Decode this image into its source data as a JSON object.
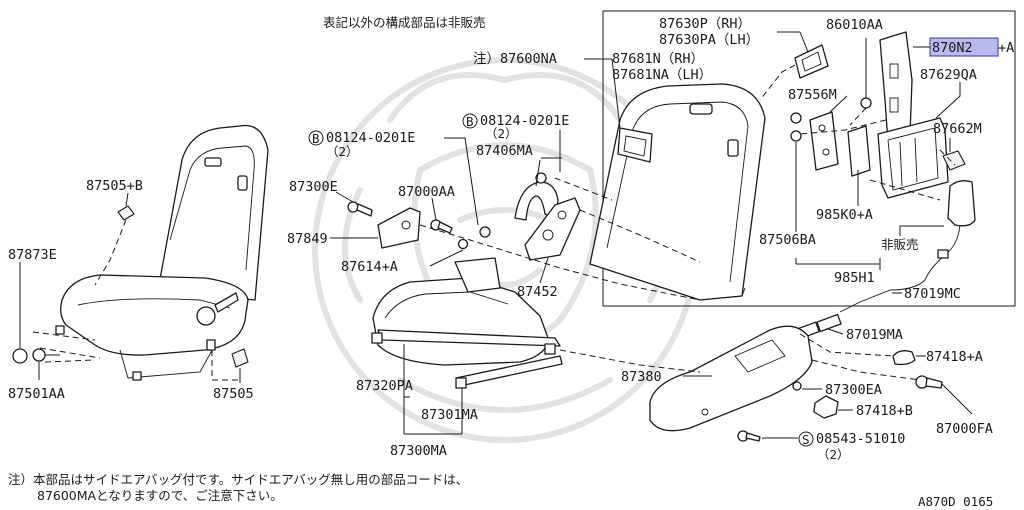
{
  "header_note": "表記以外の構成部品は非販売",
  "footer_note": {
    "line1": "注）本部品はサイドエアバッグ付です。サイドエアバッグ無し用の部品コードは、",
    "line2": "87600MAとなりますので、ご注意下さい。"
  },
  "diagram_code": "A870D 0165",
  "parts": {
    "p87630p": "87630P（RH）",
    "p87630pa": "87630PA（LH）",
    "p86010aa": "86010AA",
    "p870n2": "870N2",
    "p870n2_suffix": "+A",
    "p87600na": "注）87600NA",
    "p87681n": "87681N（RH）",
    "p87681na": "87681NA（LH）",
    "p87629qa": "87629QA",
    "p87556m": "87556M",
    "p87662m": "87662M",
    "p08124_top": "08124-0201E",
    "p08124_top_qty": "（2）",
    "p08124_left": "08124-0201E",
    "p08124_left_qty": "（2）",
    "p87406ma": "87406MA",
    "p87505b": "87505+B",
    "p87300e": "87300E",
    "p87000aa": "87000AA",
    "p87849": "87849",
    "p87873e": "87873E",
    "p87614a": "87614+A",
    "p87452": "87452",
    "p985k0a": "985K0+A",
    "p87506ba": "87506BA",
    "p_hihanbai": "非販売",
    "p985h1": "985H1",
    "p87019mc": "87019MC",
    "p87019ma": "87019MA",
    "p87418a": "87418+A",
    "p87380": "87380",
    "p87300ea": "87300EA",
    "p87320pa": "87320PA",
    "p87301ma": "87301MA",
    "p87418b": "87418+B",
    "p87000fa": "87000FA",
    "p87300ma": "87300MA",
    "p08543": "08543-51010",
    "p08543_qty": "（2）",
    "p87505": "87505",
    "p87501aa": "87501AA"
  },
  "markers": {
    "bolt_b": "B",
    "screw_s": "S"
  },
  "colors": {
    "ink": "#1a1a1a",
    "highlight_fill": "#b9b9ee",
    "highlight_border": "#3a3aa8",
    "watermark": "#e2e2e2"
  }
}
